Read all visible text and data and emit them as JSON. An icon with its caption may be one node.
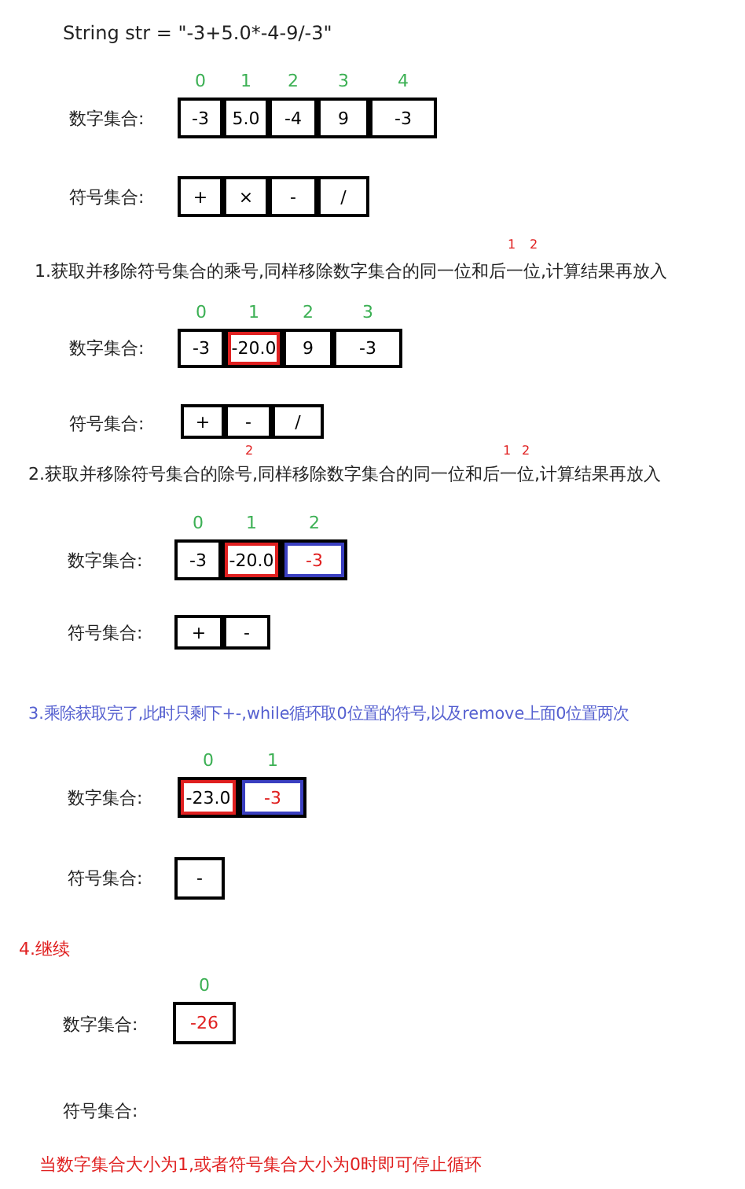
{
  "diagram": {
    "nodes": [
      {
        "text": [
          "-3"
        ],
        "beside": [
          "0"
        ]
      },
      {
        "text": [
          "5.0"
        ],
        "beside": [
          "1"
        ]
      },
      {
        "text": [
          "-4"
        ],
        "beside": [
          "2"
        ]
      },
      {
        "text": [
          "9"
        ],
        "beside": [
          "3"
        ]
      },
      {
        "text": [
          "-3"
        ],
        "beside": [
          "4"
        ]
      },
      {
        "text": [
          "+"
        ]
      },
      {
        "text": [
          "×"
        ]
      },
      {
        "text": [
          "-"
        ]
      },
      {
        "text": [
          "/"
        ]
      },
      {
        "text": [
          "-3"
        ],
        "beside": [
          "0"
        ]
      },
      {
        "text": [
          "-20.0"
        ],
        "beside": [
          "1"
        ]
      },
      {
        "text": [
          "9"
        ],
        "beside": [
          "2"
        ]
      },
      {
        "text": [
          "-3"
        ],
        "beside": [
          "3"
        ]
      },
      {
        "text": [
          "+"
        ]
      },
      {
        "text": [
          "-"
        ]
      },
      {
        "text": [
          "/"
        ]
      },
      {
        "text": [
          "-3"
        ],
        "beside": [
          "0"
        ]
      },
      {
        "text": [
          "-20.0"
        ],
        "beside": [
          "1"
        ]
      },
      {
        "text": [
          "-3"
        ],
        "beside": [
          "2"
        ]
      },
      {
        "text": [
          "+"
        ]
      },
      {
        "text": [
          "-"
        ]
      },
      {
        "text": [
          "-23.0"
        ],
        "beside": [
          "0"
        ]
      },
      {
        "text": [
          "-3"
        ],
        "beside": [
          "1"
        ]
      },
      {
        "text": [
          "-"
        ]
      },
      {
        "text": [
          "-26"
        ],
        "beside": [
          "0"
        ]
      }
    ],
    "labels": [
      "String str = \"-3+5.0*-4-9/-3\"",
      "数字集合:",
      "符号集合:",
      "1",
      "2",
      "1.获取并移除符号集合的乘号,同样移除数字集合的同一位和后一位,计算结果再放入",
      "数字集合:",
      "符号集合:",
      "2",
      "1",
      "2",
      "2.获取并移除符号集合的除号,同样移除数字集合的同一位和后一位,计算结果再放入",
      "数字集合:",
      "符号集合:",
      "3.乘除获取完了,此时只剩下+-,while循环取0位置的符号,以及remove上面0位置两次",
      "数字集合:",
      "符号集合:",
      "4.继续",
      "数字集合:",
      "符号集合:",
      "当数字集合大小为1,或者符号集合大小为0时即可停止循环"
    ]
  }
}
